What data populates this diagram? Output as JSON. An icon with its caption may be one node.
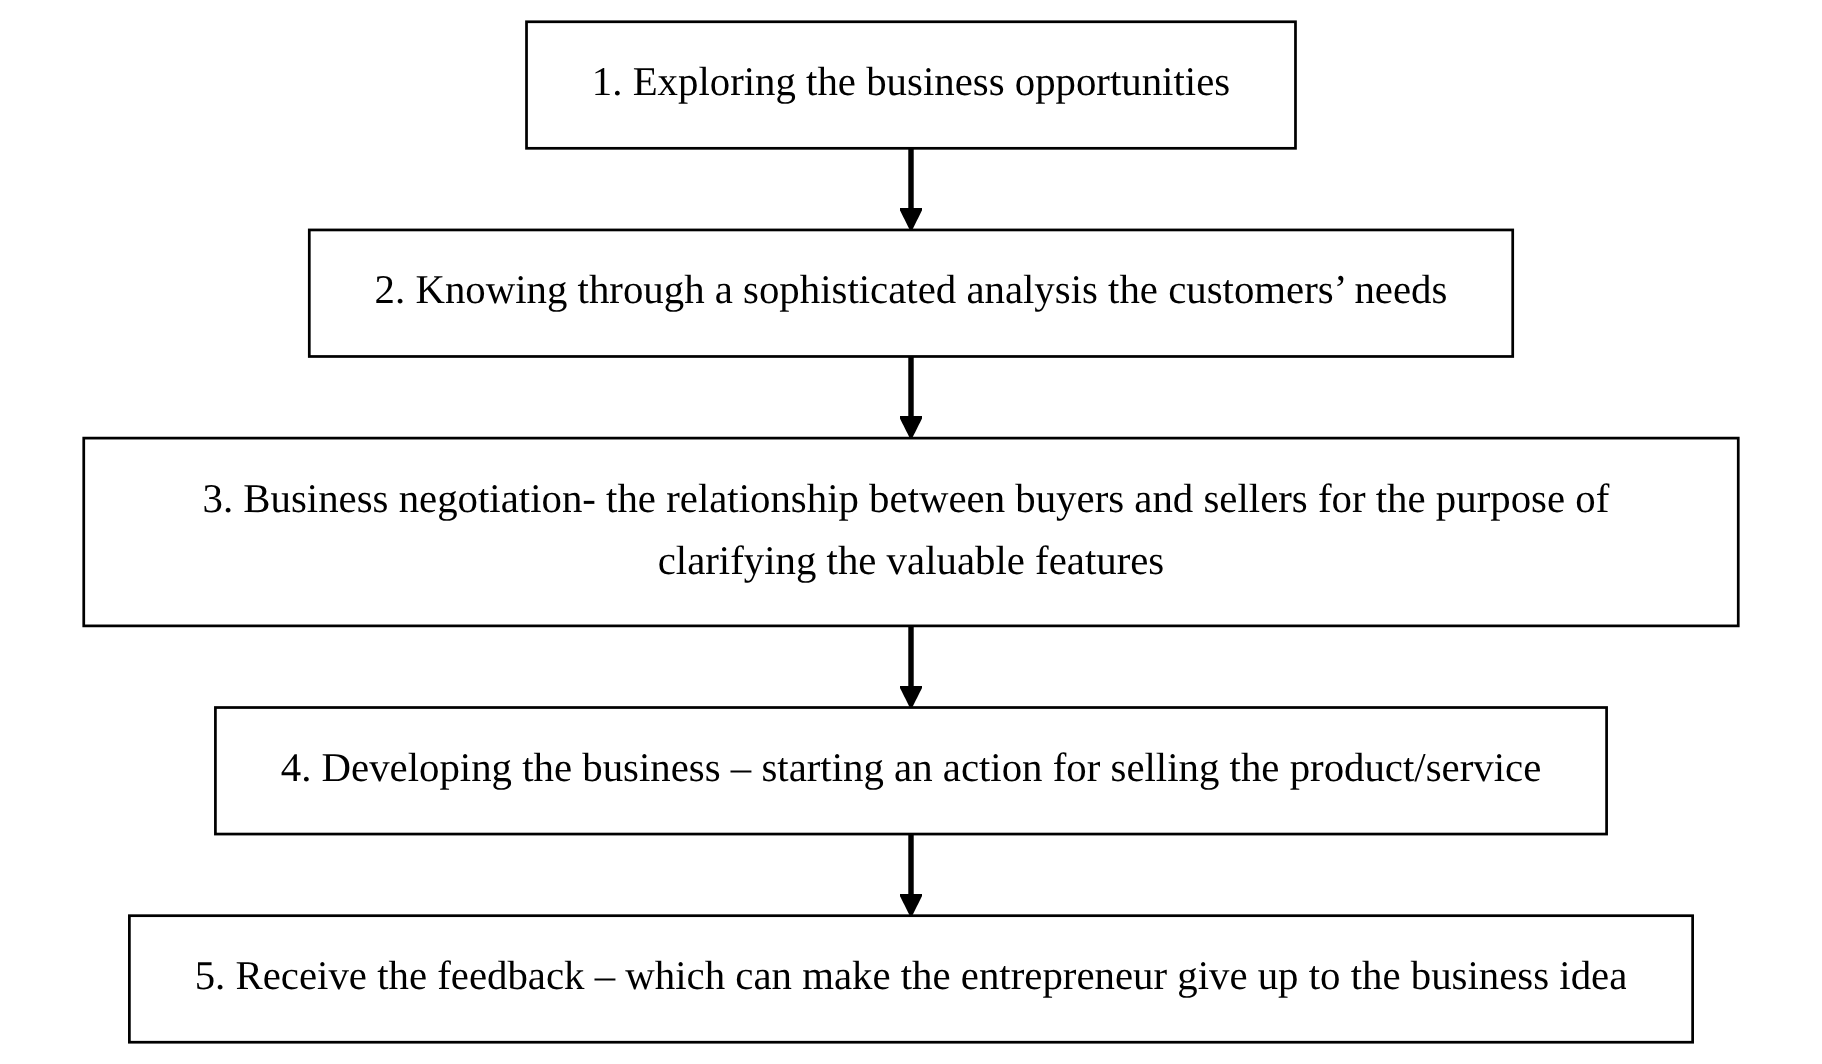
{
  "diagram": {
    "nodes": [
      {
        "text": [
          "1. Exploring the business opportunities"
        ]
      },
      {
        "text": [
          "2. Knowing through a sophisticated analysis the customers’ needs"
        ]
      },
      {
        "text": [
          "3. Business negotiation- the relationship between buyers and sellers for the purpose of clarifying the valuable features"
        ]
      },
      {
        "text": [
          "4. Developing the business – starting an action for selling the product/service"
        ]
      },
      {
        "text": [
          "5. Receive the feedback – which can make the entrepreneur give up to the business idea"
        ]
      }
    ],
    "edges": [
      {
        "from": 0,
        "to": 1,
        "arrow": "to"
      },
      {
        "from": 1,
        "to": 2,
        "arrow": "to"
      },
      {
        "from": 2,
        "to": 3,
        "arrow": "to"
      },
      {
        "from": 3,
        "to": 4,
        "arrow": "to"
      }
    ]
  }
}
